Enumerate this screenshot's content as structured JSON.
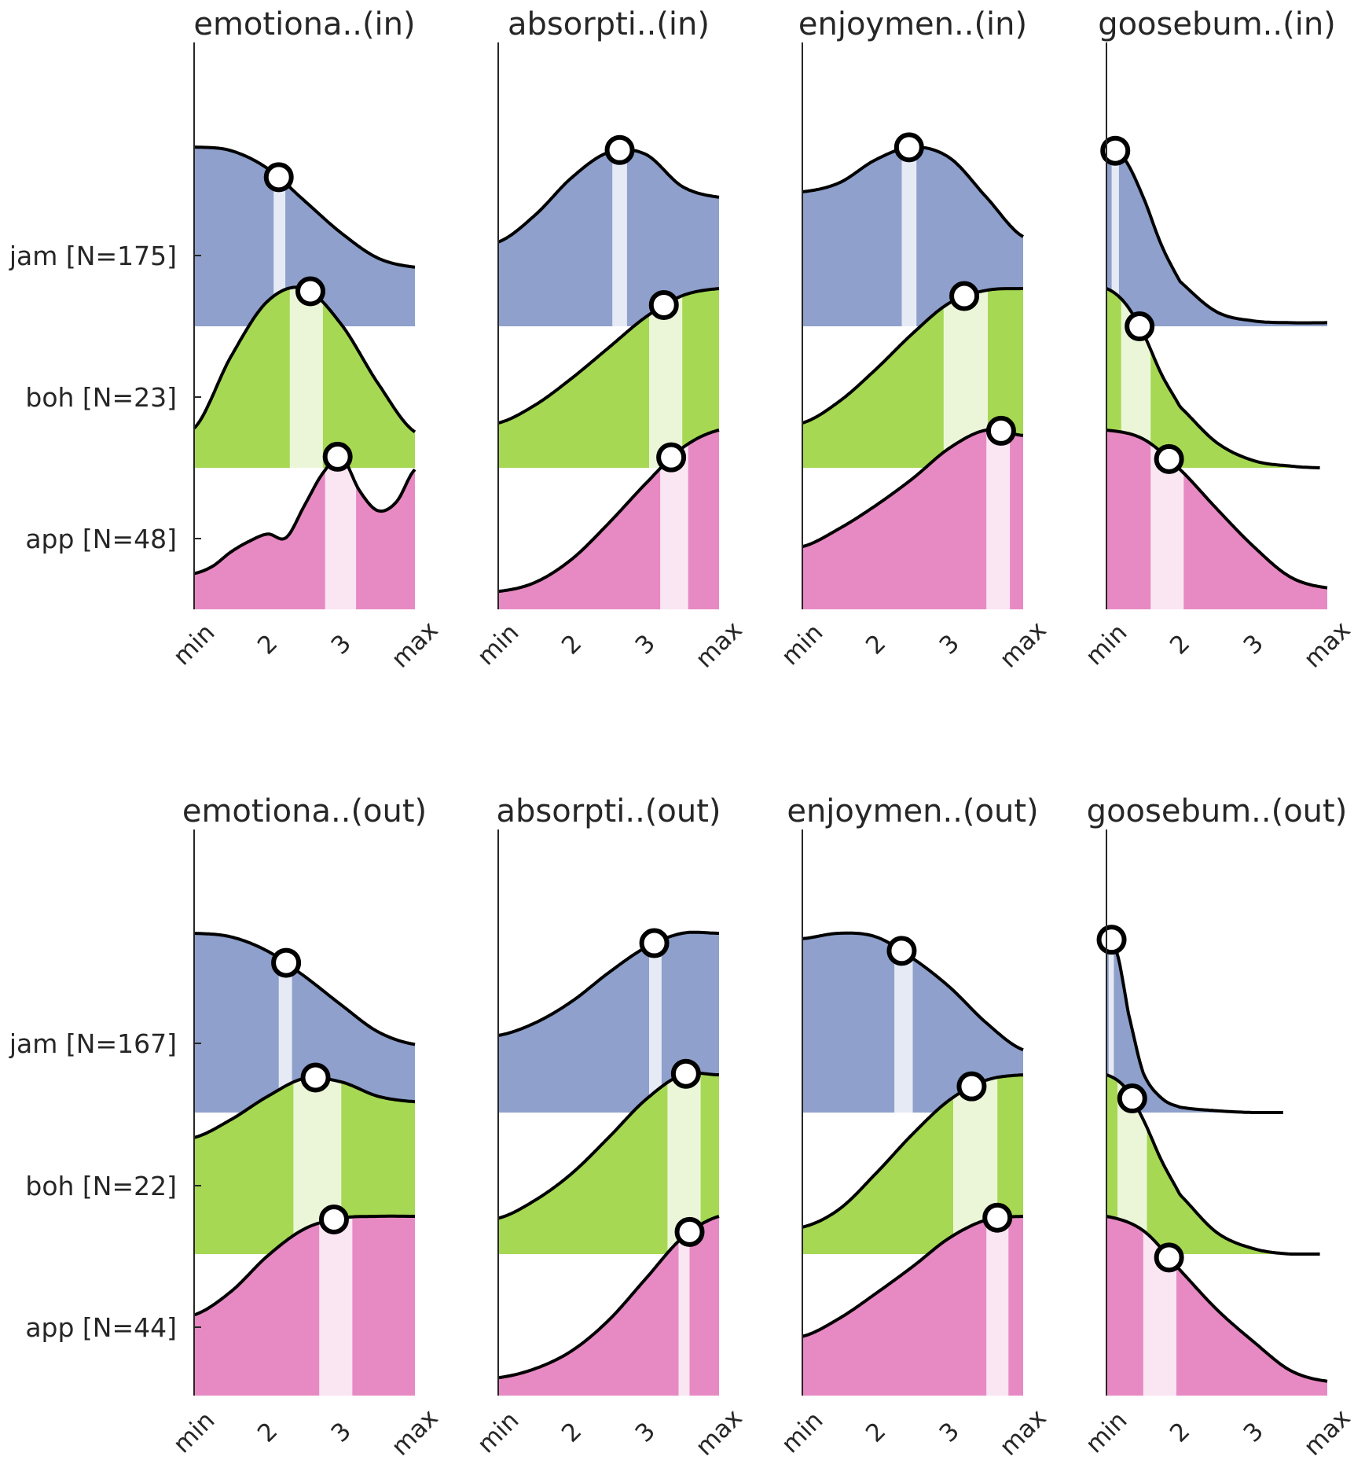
{
  "colors": {
    "jam": "#8ea0cb",
    "boh": "#a6d853",
    "app": "#e78ac3",
    "outline": "#000000",
    "axis": "#262626",
    "marker_fill": "#ffffff"
  },
  "chart_data": [
    {
      "type": "ridgeline",
      "title": "emotiona..(in)",
      "x_ticks": [
        "min",
        "2",
        "3",
        "max"
      ],
      "x_tick_values": [
        1,
        2,
        3,
        4
      ],
      "series": [
        {
          "name": "jam [N=175]",
          "color_key": "jam",
          "x": [
            1,
            1.5,
            2,
            2.5,
            3,
            3.5,
            4
          ],
          "density": [
            1.0,
            0.98,
            0.88,
            0.7,
            0.52,
            0.38,
            0.33
          ],
          "mean": 2.15,
          "ci": [
            2.08,
            2.24
          ]
        },
        {
          "name": "boh [N=23]",
          "color_key": "boh",
          "x": [
            1,
            1.5,
            2,
            2.5,
            3,
            3.5,
            4
          ],
          "density": [
            0.22,
            0.62,
            0.93,
            1.0,
            0.8,
            0.47,
            0.2
          ],
          "mean": 2.58,
          "ci": [
            2.3,
            2.75
          ]
        },
        {
          "name": "app [N=48]",
          "color_key": "app",
          "x": [
            1,
            1.25,
            1.5,
            1.75,
            2,
            2.25,
            2.5,
            2.75,
            3,
            3.25,
            3.5,
            3.75,
            4
          ],
          "density": [
            0.2,
            0.24,
            0.32,
            0.38,
            0.42,
            0.4,
            0.58,
            0.76,
            0.85,
            0.66,
            0.55,
            0.6,
            0.78
          ],
          "mean": 2.95,
          "ci": [
            2.78,
            3.2
          ]
        }
      ]
    },
    {
      "type": "ridgeline",
      "title": "absorpti..(in)",
      "x_ticks": [
        "min",
        "2",
        "3",
        "max"
      ],
      "x_tick_values": [
        1,
        2,
        3,
        4
      ],
      "series": [
        {
          "name": "jam [N=175]",
          "color_key": "jam",
          "x": [
            1,
            1.5,
            2,
            2.5,
            3,
            3.5,
            4
          ],
          "density": [
            0.47,
            0.62,
            0.83,
            0.97,
            0.96,
            0.78,
            0.72
          ],
          "mean": 2.65,
          "ci": [
            2.55,
            2.75
          ]
        },
        {
          "name": "boh [N=23]",
          "color_key": "boh",
          "x": [
            1,
            1.5,
            2,
            2.5,
            3,
            3.5,
            4
          ],
          "density": [
            0.25,
            0.35,
            0.5,
            0.67,
            0.84,
            0.96,
            1.0
          ],
          "mean": 3.25,
          "ci": [
            3.05,
            3.5
          ]
        },
        {
          "name": "app [N=48]",
          "color_key": "app",
          "x": [
            1,
            1.5,
            2,
            2.5,
            3,
            3.5,
            4
          ],
          "density": [
            0.1,
            0.15,
            0.28,
            0.48,
            0.7,
            0.9,
            1.0
          ],
          "mean": 3.35,
          "ci": [
            3.2,
            3.58
          ]
        }
      ]
    },
    {
      "type": "ridgeline",
      "title": "enjoymen..(in)",
      "x_ticks": [
        "min",
        "2",
        "3",
        "max"
      ],
      "x_tick_values": [
        1,
        2,
        3,
        4
      ],
      "series": [
        {
          "name": "jam [N=175]",
          "color_key": "jam",
          "x": [
            1,
            1.5,
            2,
            2.5,
            3,
            3.5,
            4
          ],
          "density": [
            0.75,
            0.8,
            0.93,
            1.0,
            0.94,
            0.72,
            0.5
          ],
          "mean": 2.45,
          "ci": [
            2.35,
            2.55
          ]
        },
        {
          "name": "boh [N=23]",
          "color_key": "boh",
          "x": [
            1,
            1.5,
            2,
            2.5,
            3,
            3.5,
            4
          ],
          "density": [
            0.25,
            0.37,
            0.55,
            0.75,
            0.92,
            0.99,
            1.0
          ],
          "mean": 3.2,
          "ci": [
            2.92,
            3.52
          ]
        },
        {
          "name": "app [N=48]",
          "color_key": "app",
          "x": [
            1,
            1.5,
            2,
            2.5,
            3,
            3.5,
            4
          ],
          "density": [
            0.35,
            0.45,
            0.58,
            0.73,
            0.9,
            1.0,
            0.97
          ],
          "mean": 3.7,
          "ci": [
            3.5,
            3.82
          ]
        }
      ]
    },
    {
      "type": "ridgeline",
      "title": "goosebum..(in)",
      "x_ticks": [
        "min",
        "2",
        "3",
        "max"
      ],
      "x_tick_values": [
        1,
        2,
        3,
        4
      ],
      "series": [
        {
          "name": "jam [N=175]",
          "color_key": "jam",
          "x": [
            1,
            1.25,
            1.5,
            1.75,
            2,
            2.5,
            3,
            3.5,
            4
          ],
          "density": [
            1.0,
            0.93,
            0.72,
            0.45,
            0.25,
            0.08,
            0.03,
            0.02,
            0.02
          ],
          "mean": 1.12,
          "ci": [
            1.07,
            1.17
          ]
        },
        {
          "name": "boh [N=23]",
          "color_key": "boh",
          "x": [
            1,
            1.25,
            1.5,
            1.75,
            2,
            2.5,
            3,
            3.5,
            3.9
          ],
          "density": [
            1.0,
            0.92,
            0.75,
            0.52,
            0.34,
            0.14,
            0.04,
            0.01,
            0.0
          ],
          "mean": 1.45,
          "ci": [
            1.2,
            1.6
          ]
        },
        {
          "name": "app [N=48]",
          "color_key": "app",
          "x": [
            1,
            1.5,
            2,
            2.5,
            3,
            3.5,
            4
          ],
          "density": [
            1.0,
            0.95,
            0.78,
            0.56,
            0.35,
            0.18,
            0.12
          ],
          "mean": 1.85,
          "ci": [
            1.6,
            2.05
          ]
        }
      ]
    },
    {
      "type": "ridgeline",
      "title": "emotiona..(out)",
      "x_ticks": [
        "min",
        "2",
        "3",
        "max"
      ],
      "x_tick_values": [
        1,
        2,
        3,
        4
      ],
      "series": [
        {
          "name": "jam [N=167]",
          "color_key": "jam",
          "x": [
            1,
            1.5,
            2,
            2.5,
            3,
            3.5,
            4
          ],
          "density": [
            1.0,
            0.98,
            0.9,
            0.76,
            0.6,
            0.45,
            0.38
          ],
          "mean": 2.25,
          "ci": [
            2.15,
            2.33
          ]
        },
        {
          "name": "boh [N=22]",
          "color_key": "boh",
          "x": [
            1,
            1.5,
            2,
            2.5,
            3,
            3.5,
            4
          ],
          "density": [
            0.65,
            0.75,
            0.88,
            0.98,
            0.96,
            0.88,
            0.85
          ],
          "mean": 2.65,
          "ci": [
            2.35,
            3.0
          ]
        },
        {
          "name": "app [N=44]",
          "color_key": "app",
          "x": [
            1,
            1.5,
            2,
            2.5,
            3,
            3.5,
            4
          ],
          "density": [
            0.45,
            0.58,
            0.78,
            0.93,
            0.99,
            1.0,
            1.0
          ],
          "mean": 2.9,
          "ci": [
            2.7,
            3.15
          ]
        }
      ]
    },
    {
      "type": "ridgeline",
      "title": "absorpti..(out)",
      "x_ticks": [
        "min",
        "2",
        "3",
        "max"
      ],
      "x_tick_values": [
        1,
        2,
        3,
        4
      ],
      "series": [
        {
          "name": "jam [N=167]",
          "color_key": "jam",
          "x": [
            1,
            1.5,
            2,
            2.5,
            3,
            3.5,
            4
          ],
          "density": [
            0.43,
            0.5,
            0.62,
            0.78,
            0.92,
            1.0,
            1.0
          ],
          "mean": 3.12,
          "ci": [
            3.05,
            3.22
          ]
        },
        {
          "name": "boh [N=22]",
          "color_key": "boh",
          "x": [
            1,
            1.5,
            2,
            2.5,
            3,
            3.5,
            4
          ],
          "density": [
            0.2,
            0.3,
            0.45,
            0.65,
            0.86,
            1.0,
            1.0
          ],
          "mean": 3.55,
          "ci": [
            3.3,
            3.75
          ]
        },
        {
          "name": "app [N=44]",
          "color_key": "app",
          "x": [
            1,
            1.5,
            2,
            2.5,
            3,
            3.5,
            4
          ],
          "density": [
            0.1,
            0.15,
            0.25,
            0.42,
            0.65,
            0.88,
            1.0
          ],
          "mean": 3.6,
          "ci": [
            3.45,
            3.6
          ]
        }
      ]
    },
    {
      "type": "ridgeline",
      "title": "enjoymen..(out)",
      "x_ticks": [
        "min",
        "2",
        "3",
        "max"
      ],
      "x_tick_values": [
        1,
        2,
        3,
        4
      ],
      "series": [
        {
          "name": "jam [N=167]",
          "color_key": "jam",
          "x": [
            1,
            1.5,
            2,
            2.5,
            3,
            3.5,
            4
          ],
          "density": [
            0.97,
            1.0,
            0.98,
            0.86,
            0.7,
            0.5,
            0.35
          ],
          "mean": 2.35,
          "ci": [
            2.25,
            2.5
          ]
        },
        {
          "name": "boh [N=22]",
          "color_key": "boh",
          "x": [
            1,
            1.5,
            2,
            2.5,
            3,
            3.5,
            4
          ],
          "density": [
            0.15,
            0.25,
            0.45,
            0.67,
            0.86,
            0.97,
            1.0
          ],
          "mean": 3.3,
          "ci": [
            3.05,
            3.65
          ]
        },
        {
          "name": "app [N=44]",
          "color_key": "app",
          "x": [
            1,
            1.5,
            2,
            2.5,
            3,
            3.5,
            4
          ],
          "density": [
            0.33,
            0.43,
            0.57,
            0.72,
            0.88,
            0.98,
            1.0
          ],
          "mean": 3.65,
          "ci": [
            3.5,
            3.8
          ]
        }
      ]
    },
    {
      "type": "ridgeline",
      "title": "goosebum..(out)",
      "x_ticks": [
        "min",
        "2",
        "3",
        "max"
      ],
      "x_tick_values": [
        1,
        2,
        3,
        4
      ],
      "series": [
        {
          "name": "jam [N=167]",
          "color_key": "jam",
          "x": [
            1,
            1.15,
            1.3,
            1.5,
            1.75,
            2,
            2.5,
            3,
            3.4
          ],
          "density": [
            1.0,
            0.88,
            0.55,
            0.22,
            0.08,
            0.03,
            0.01,
            0.0,
            0.0
          ],
          "mean": 1.07,
          "ci": [
            1.03,
            1.1
          ]
        },
        {
          "name": "boh [N=22]",
          "color_key": "boh",
          "x": [
            1,
            1.25,
            1.5,
            1.75,
            2,
            2.5,
            3,
            3.5,
            3.9
          ],
          "density": [
            1.0,
            0.93,
            0.75,
            0.52,
            0.33,
            0.12,
            0.03,
            0.0,
            0.0
          ],
          "mean": 1.35,
          "ci": [
            1.15,
            1.55
          ]
        },
        {
          "name": "app [N=44]",
          "color_key": "app",
          "x": [
            1,
            1.5,
            2,
            2.5,
            3,
            3.5,
            4
          ],
          "density": [
            1.0,
            0.92,
            0.7,
            0.48,
            0.3,
            0.14,
            0.08
          ],
          "mean": 1.85,
          "ci": [
            1.5,
            1.95
          ]
        }
      ]
    }
  ]
}
